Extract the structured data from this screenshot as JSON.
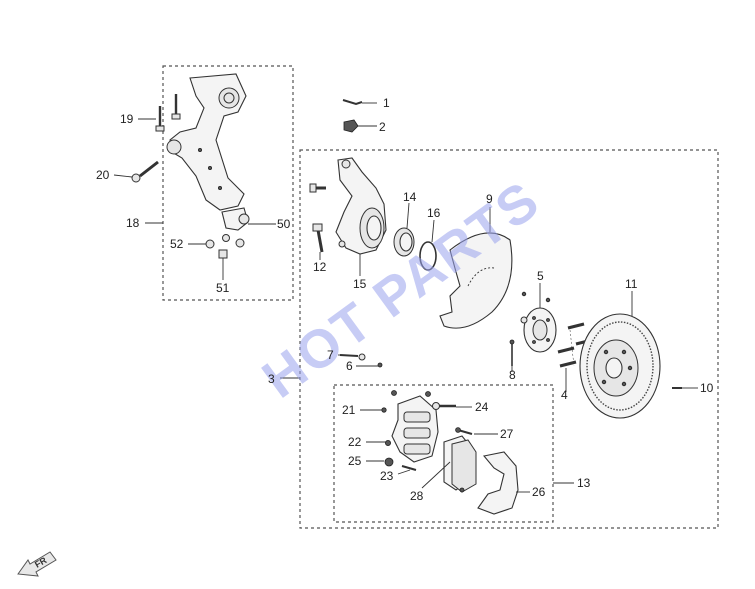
{
  "watermark": "HOT PARTS",
  "direction_marker": "FR",
  "callouts": {
    "c1": "1",
    "c2": "2",
    "c3": "3",
    "c4": "4",
    "c5": "5",
    "c6": "6",
    "c7": "7",
    "c8": "8",
    "c9": "9",
    "c10": "10",
    "c11": "11",
    "c12": "12",
    "c13": "13",
    "c14": "14",
    "c15": "15",
    "c16": "16",
    "c18": "18",
    "c19": "19",
    "c20": "20",
    "c21": "21",
    "c22": "22",
    "c23": "23",
    "c24": "24",
    "c25": "25",
    "c26": "26",
    "c27": "27",
    "c28": "28",
    "c50": "50",
    "c51": "51",
    "c52": "52"
  }
}
